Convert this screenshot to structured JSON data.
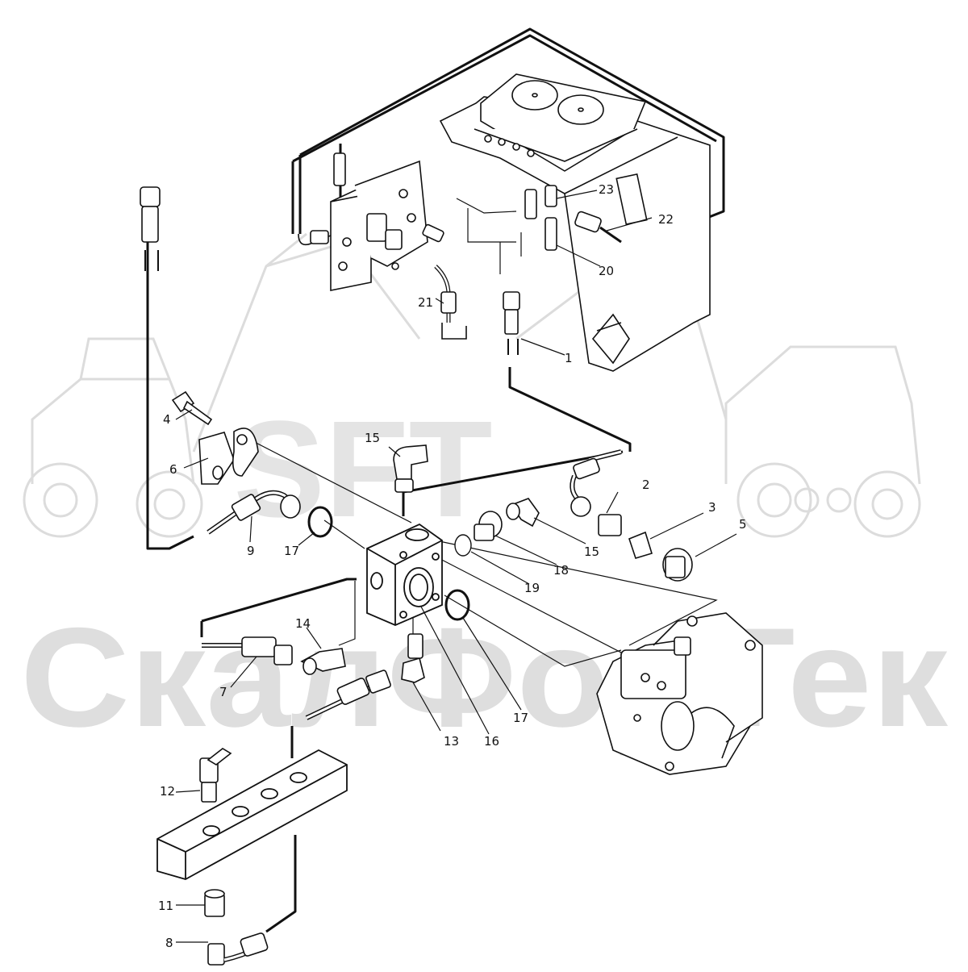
{
  "watermark": {
    "logo_text": "SFT",
    "brand_text": "СкалФорТек",
    "color": "#d9d9d9"
  },
  "colors": {
    "line": "#111111",
    "part_fill": "#ffffff",
    "shade": "#e6e6e6"
  },
  "callouts": {
    "c1": "1",
    "c2": "2",
    "c3": "3",
    "c4": "4",
    "c5": "5",
    "c6": "6",
    "c7": "7",
    "c8": "8",
    "c9": "9",
    "c11": "11",
    "c12": "12",
    "c13": "13",
    "c14": "14",
    "c15a": "15",
    "c15b": "15",
    "c16": "16",
    "c17a": "17",
    "c17b": "17",
    "c18": "18",
    "c19": "19",
    "c20": "20",
    "c21": "21",
    "c22": "22",
    "c23": "23"
  }
}
